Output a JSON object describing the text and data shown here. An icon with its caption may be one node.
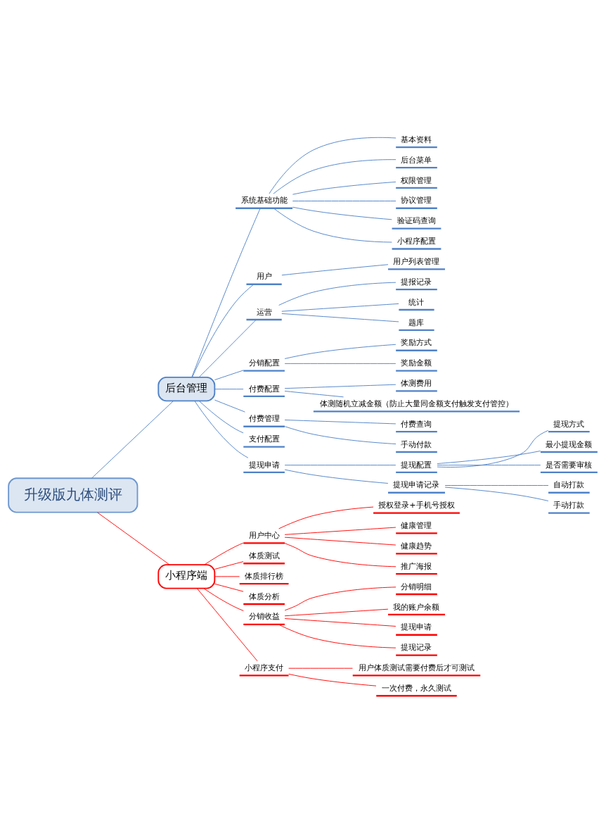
{
  "diagram": {
    "nodes": [
      {
        "text": [
          "升级版九体测评"
        ]
      },
      {
        "text": [
          "后台管理"
        ]
      },
      {
        "text": [
          "系统基础功能"
        ]
      },
      {
        "text": [
          "基本资料"
        ]
      },
      {
        "text": [
          "后台菜单"
        ]
      },
      {
        "text": [
          "权限管理"
        ]
      },
      {
        "text": [
          "协议管理"
        ]
      },
      {
        "text": [
          "验证码查询"
        ]
      },
      {
        "text": [
          "小程序配置"
        ]
      },
      {
        "text": [
          "用户"
        ]
      },
      {
        "text": [
          "用户列表管理"
        ]
      },
      {
        "text": [
          "运营"
        ]
      },
      {
        "text": [
          "提报记录"
        ]
      },
      {
        "text": [
          "统计"
        ]
      },
      {
        "text": [
          "题库"
        ]
      },
      {
        "text": [
          "分销配置"
        ]
      },
      {
        "text": [
          "奖励方式"
        ]
      },
      {
        "text": [
          "奖励金额"
        ]
      },
      {
        "text": [
          "付费配置"
        ]
      },
      {
        "text": [
          "体测费用"
        ]
      },
      {
        "text": [
          "体测随机立减金额（防止大量同金额支付触发支付管控）"
        ]
      },
      {
        "text": [
          "付费管理"
        ]
      },
      {
        "text": [
          "付费查询"
        ]
      },
      {
        "text": [
          "手动付款"
        ]
      },
      {
        "text": [
          "支付配置"
        ]
      },
      {
        "text": [
          "提现申请"
        ]
      },
      {
        "text": [
          "提现配置"
        ]
      },
      {
        "text": [
          "提现方式"
        ]
      },
      {
        "text": [
          "最小提现金额"
        ]
      },
      {
        "text": [
          "是否需要审核"
        ]
      },
      {
        "text": [
          "提现申请记录"
        ]
      },
      {
        "text": [
          "自动打款"
        ]
      },
      {
        "text": [
          "手动打款"
        ]
      },
      {
        "text": [
          "小程序端"
        ]
      },
      {
        "text": [
          "用户中心"
        ]
      },
      {
        "text": [
          "授权登录+手机号授权"
        ]
      },
      {
        "text": [
          "健康管理"
        ]
      },
      {
        "text": [
          "健康趋势"
        ]
      },
      {
        "text": [
          "推广海报"
        ]
      },
      {
        "text": [
          "体质测试"
        ]
      },
      {
        "text": [
          "体质排行榜"
        ]
      },
      {
        "text": [
          "体质分析"
        ]
      },
      {
        "text": [
          "分销收益"
        ]
      },
      {
        "text": [
          "分销明细"
        ]
      },
      {
        "text": [
          "我的账户余额"
        ]
      },
      {
        "text": [
          "提现申请"
        ]
      },
      {
        "text": [
          "提现记录"
        ]
      },
      {
        "text": [
          "小程序支付"
        ]
      },
      {
        "text": [
          "用户体质测试需要付费后才可测试"
        ]
      },
      {
        "text": [
          "一次付费，永久测试"
        ]
      }
    ],
    "edges": [
      {
        "from": 0,
        "to": 1,
        "arrow": "none"
      },
      {
        "from": 1,
        "to": 2,
        "arrow": "none"
      },
      {
        "from": 2,
        "to": 3,
        "arrow": "none"
      },
      {
        "from": 2,
        "to": 4,
        "arrow": "none"
      },
      {
        "from": 2,
        "to": 5,
        "arrow": "none"
      },
      {
        "from": 2,
        "to": 6,
        "arrow": "none"
      },
      {
        "from": 2,
        "to": 7,
        "arrow": "none"
      },
      {
        "from": 2,
        "to": 8,
        "arrow": "none"
      },
      {
        "from": 1,
        "to": 9,
        "arrow": "none"
      },
      {
        "from": 9,
        "to": 10,
        "arrow": "none"
      },
      {
        "from": 1,
        "to": 11,
        "arrow": "none"
      },
      {
        "from": 11,
        "to": 12,
        "arrow": "none"
      },
      {
        "from": 11,
        "to": 13,
        "arrow": "none"
      },
      {
        "from": 11,
        "to": 14,
        "arrow": "none"
      },
      {
        "from": 1,
        "to": 15,
        "arrow": "none"
      },
      {
        "from": 15,
        "to": 16,
        "arrow": "none"
      },
      {
        "from": 15,
        "to": 17,
        "arrow": "none"
      },
      {
        "from": 1,
        "to": 18,
        "arrow": "none"
      },
      {
        "from": 18,
        "to": 19,
        "arrow": "none"
      },
      {
        "from": 18,
        "to": 20,
        "arrow": "none"
      },
      {
        "from": 1,
        "to": 21,
        "arrow": "none"
      },
      {
        "from": 21,
        "to": 22,
        "arrow": "none"
      },
      {
        "from": 21,
        "to": 23,
        "arrow": "none"
      },
      {
        "from": 1,
        "to": 24,
        "arrow": "none"
      },
      {
        "from": 1,
        "to": 25,
        "arrow": "none"
      },
      {
        "from": 25,
        "to": 26,
        "arrow": "none"
      },
      {
        "from": 26,
        "to": 27,
        "arrow": "none"
      },
      {
        "from": 26,
        "to": 28,
        "arrow": "none"
      },
      {
        "from": 26,
        "to": 29,
        "arrow": "none"
      },
      {
        "from": 25,
        "to": 30,
        "arrow": "none"
      },
      {
        "from": 30,
        "to": 31,
        "arrow": "none"
      },
      {
        "from": 30,
        "to": 32,
        "arrow": "none"
      },
      {
        "from": 0,
        "to": 33,
        "arrow": "none",
        "color": "#ff0000"
      },
      {
        "from": 33,
        "to": 34,
        "arrow": "none",
        "color": "#ff0000"
      },
      {
        "from": 34,
        "to": 35,
        "arrow": "none",
        "color": "#ff0000"
      },
      {
        "from": 34,
        "to": 36,
        "arrow": "none",
        "color": "#ff0000"
      },
      {
        "from": 34,
        "to": 37,
        "arrow": "none",
        "color": "#ff0000"
      },
      {
        "from": 34,
        "to": 38,
        "arrow": "none",
        "color": "#ff0000"
      },
      {
        "from": 33,
        "to": 39,
        "arrow": "none",
        "color": "#ff0000"
      },
      {
        "from": 33,
        "to": 40,
        "arrow": "none",
        "color": "#ff0000"
      },
      {
        "from": 33,
        "to": 41,
        "arrow": "none",
        "color": "#ff0000"
      },
      {
        "from": 33,
        "to": 42,
        "arrow": "none",
        "color": "#ff0000"
      },
      {
        "from": 42,
        "to": 43,
        "arrow": "none",
        "color": "#ff0000"
      },
      {
        "from": 42,
        "to": 44,
        "arrow": "none",
        "color": "#ff0000"
      },
      {
        "from": 42,
        "to": 45,
        "arrow": "none",
        "color": "#ff0000"
      },
      {
        "from": 42,
        "to": 46,
        "arrow": "none",
        "color": "#ff0000"
      },
      {
        "from": 33,
        "to": 47,
        "arrow": "none",
        "color": "#ff0000"
      },
      {
        "from": 47,
        "to": 48,
        "arrow": "none",
        "color": "#ff0000"
      },
      {
        "from": 47,
        "to": 49,
        "arrow": "none",
        "color": "#ff0000"
      }
    ]
  }
}
